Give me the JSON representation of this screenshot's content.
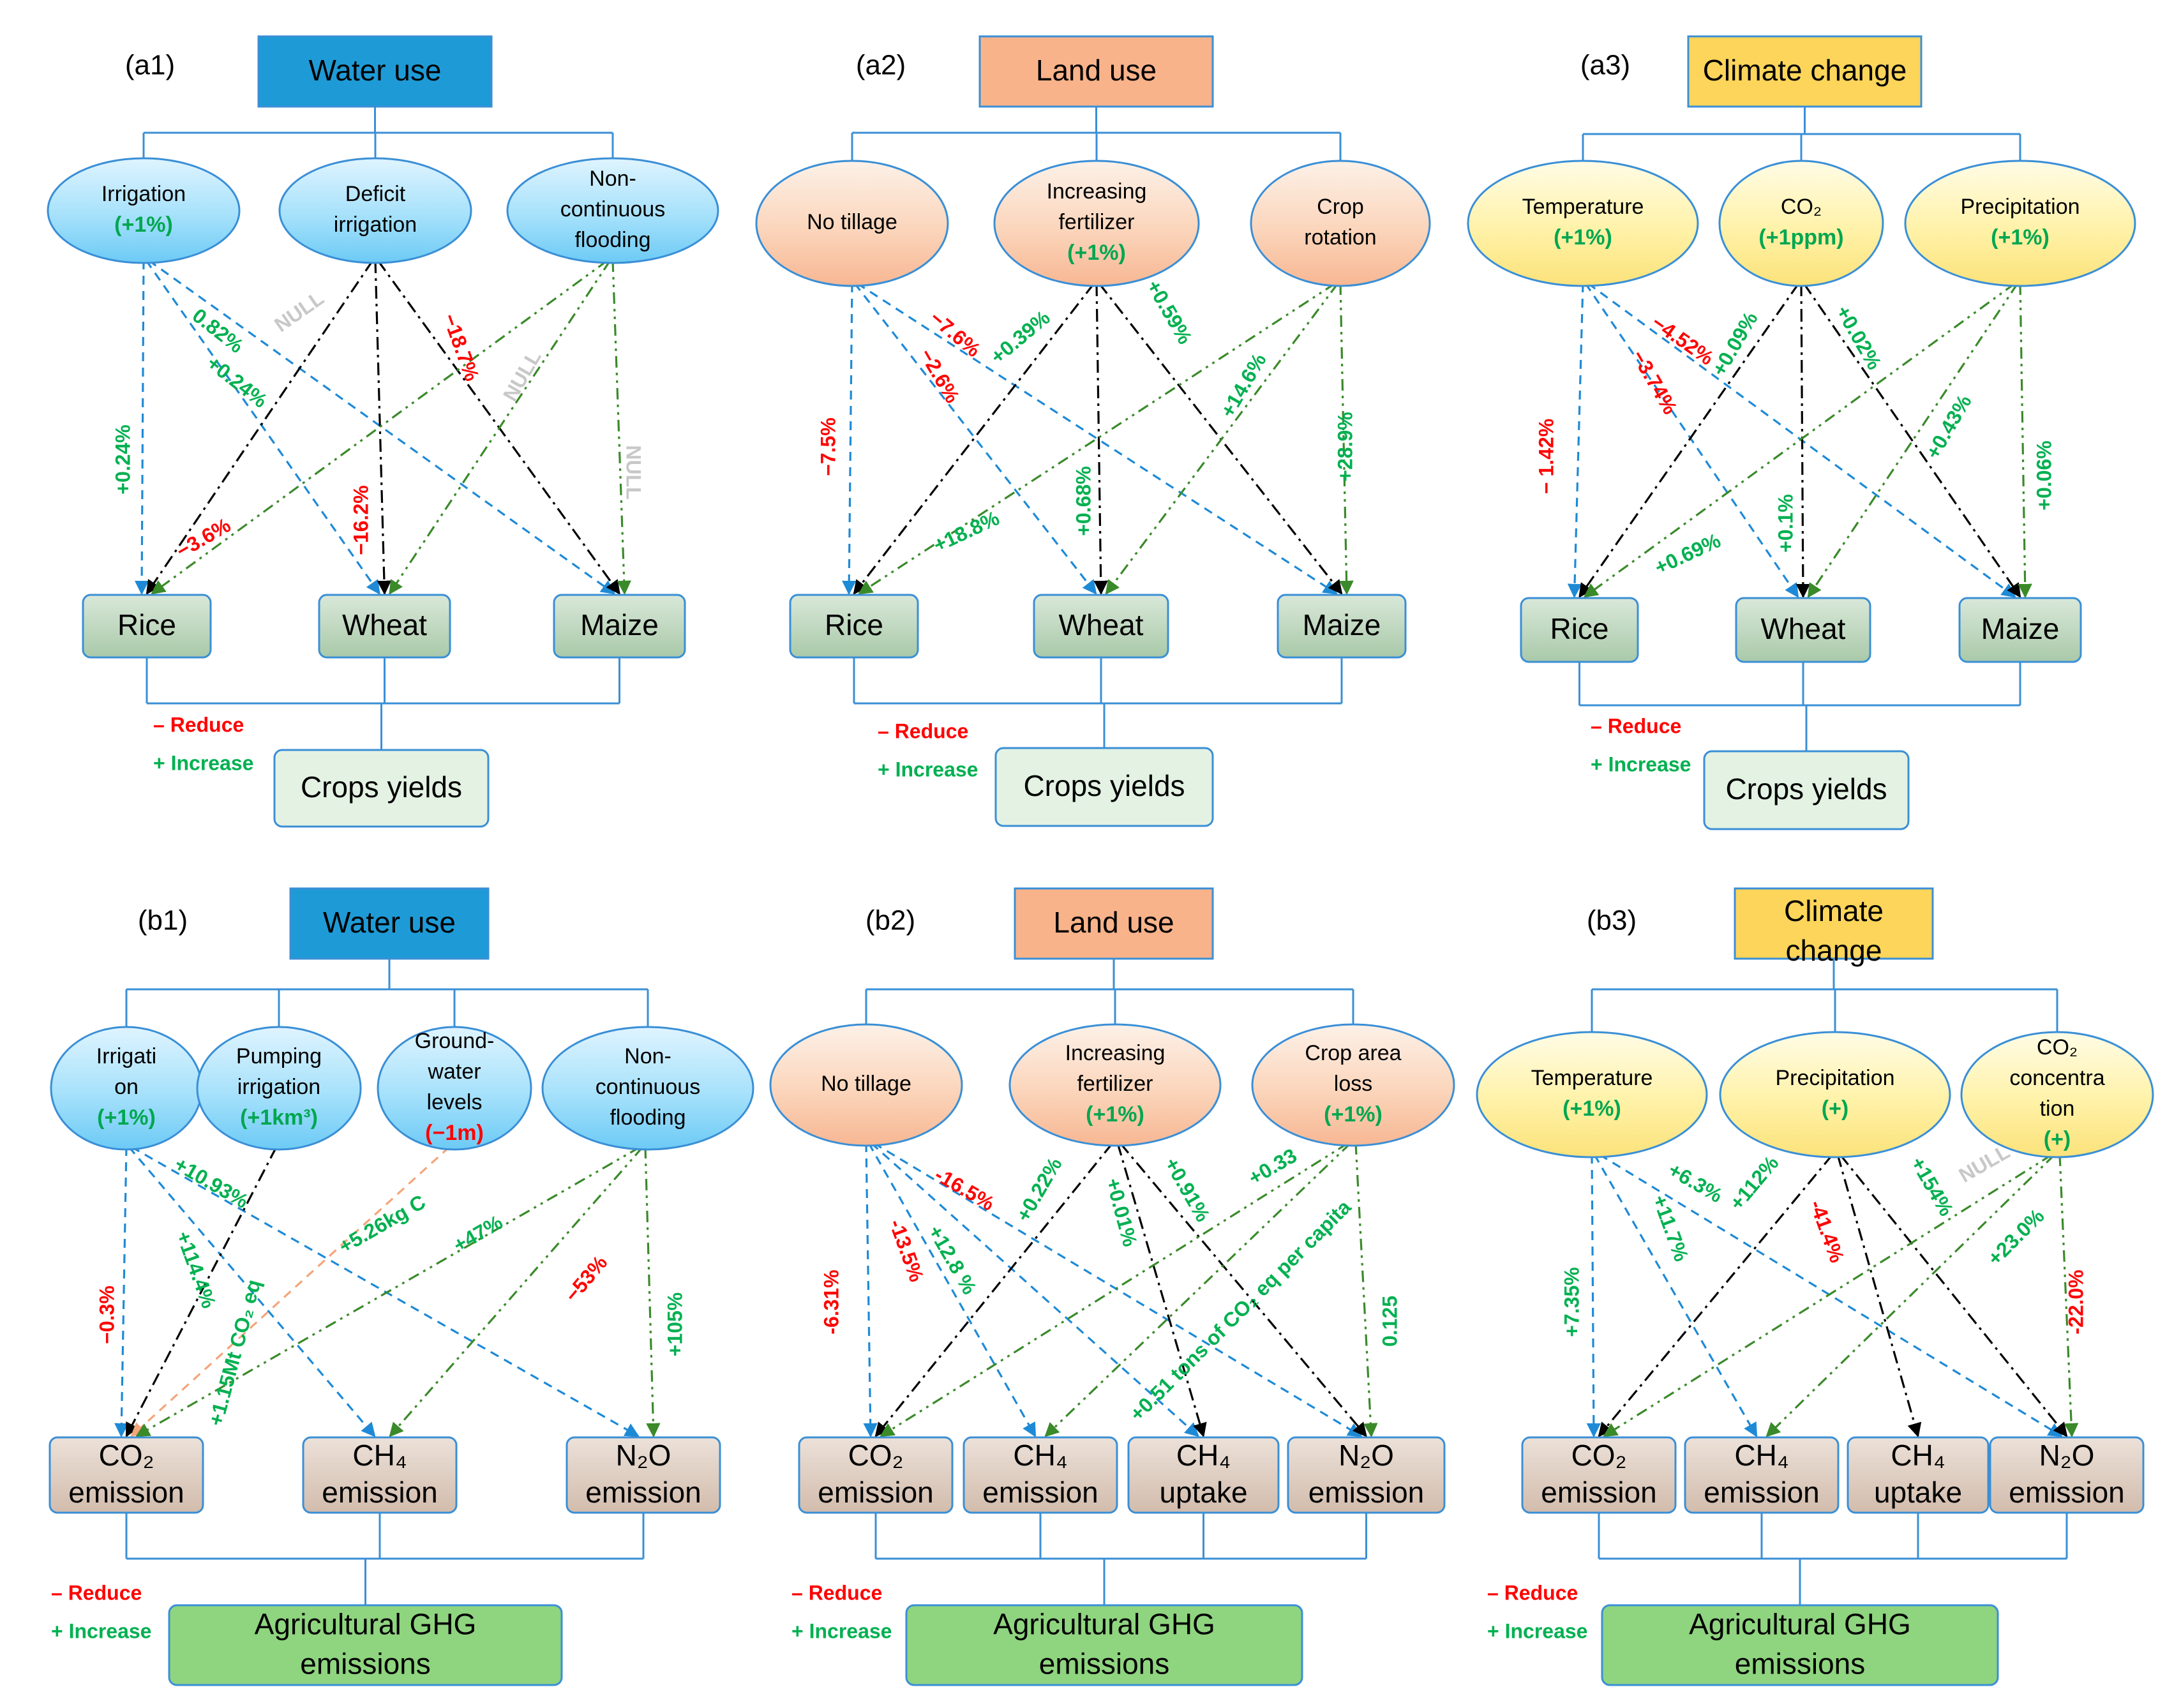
{
  "colors": {
    "frame": "#3a8fd6",
    "water_header": "#1e9bd7",
    "land_header": "#f9b38a",
    "climate_header": "#fcd55a",
    "crop_box": "#b8d4b8",
    "ghg_box": "#d8c3b5",
    "yield_box": "#e3f2e3",
    "ghg_total": "#8fd47f",
    "arrow_blue": "#1e8ad6",
    "arrow_black": "#000000",
    "arrow_green": "#3a8a2a",
    "arrow_orange": "#f4a57a",
    "increase": "#00b050",
    "reduce": "#ff0000"
  },
  "legend": {
    "reduce": "– Reduce",
    "increase": "+ Increase"
  },
  "panels": [
    {
      "id": "a1",
      "label": "(a1)",
      "header": "Water use",
      "theme": "water",
      "drivers": [
        {
          "lines": [
            "Irrigation"
          ],
          "value": "(+1%)",
          "value_color": "green"
        },
        {
          "lines": [
            "Deficit",
            "irrigation"
          ],
          "value": "",
          "value_color": "green"
        },
        {
          "lines": [
            "Non-",
            "continuous",
            "flooding"
          ],
          "value": "",
          "value_color": "green"
        }
      ],
      "targets": [
        {
          "lines": [
            "Rice"
          ]
        },
        {
          "lines": [
            "Wheat"
          ]
        },
        {
          "lines": [
            "Maize"
          ]
        }
      ],
      "result": [
        "Crops yields"
      ],
      "arrows": [
        {
          "label": "+0.24%",
          "sign": "g"
        },
        {
          "label": "+0.24%",
          "sign": "g"
        },
        {
          "label": "0.82%",
          "sign": "g"
        },
        {
          "label": "−3.6%",
          "sign": "r"
        },
        {
          "label": "−16.2%",
          "sign": "r"
        },
        {
          "label": "−18.7%",
          "sign": "r"
        },
        {
          "label": "NULL",
          "sign": "n"
        },
        {
          "label": "NULL",
          "sign": "n"
        },
        {
          "label": "NULL",
          "sign": "n"
        }
      ]
    },
    {
      "id": "a2",
      "label": "(a2)",
      "header": "Land use",
      "theme": "land",
      "drivers": [
        {
          "lines": [
            "No tillage"
          ],
          "value": "",
          "value_color": "green"
        },
        {
          "lines": [
            "Increasing",
            "fertilizer"
          ],
          "value": "(+1%)",
          "value_color": "green"
        },
        {
          "lines": [
            "Crop",
            "rotation"
          ],
          "value": "",
          "value_color": "green"
        }
      ],
      "targets": [
        {
          "lines": [
            "Rice"
          ]
        },
        {
          "lines": [
            "Wheat"
          ]
        },
        {
          "lines": [
            "Maize"
          ]
        }
      ],
      "result": [
        "Crops yields"
      ],
      "arrows": [
        {
          "label": "−7.5%",
          "sign": "r"
        },
        {
          "label": "−2.6%",
          "sign": "r"
        },
        {
          "label": "−7.6%",
          "sign": "r"
        },
        {
          "label": "+0.39%",
          "sign": "g"
        },
        {
          "label": "+0.68%",
          "sign": "g"
        },
        {
          "label": "+0.59%",
          "sign": "g"
        },
        {
          "label": "+18.8%",
          "sign": "g"
        },
        {
          "label": "+14.6%",
          "sign": "g"
        },
        {
          "label": "+28.9%",
          "sign": "g"
        }
      ]
    },
    {
      "id": "a3",
      "label": "(a3)",
      "header": "Climate change",
      "theme": "climate",
      "drivers": [
        {
          "lines": [
            "Temperature"
          ],
          "value": "(+1%)",
          "value_color": "green"
        },
        {
          "lines": [
            "CO₂"
          ],
          "value": "(+1ppm)",
          "value_color": "green"
        },
        {
          "lines": [
            "Precipitation"
          ],
          "value": "(+1%)",
          "value_color": "green"
        }
      ],
      "targets": [
        {
          "lines": [
            "Rice"
          ]
        },
        {
          "lines": [
            "Wheat"
          ]
        },
        {
          "lines": [
            "Maize"
          ]
        }
      ],
      "result": [
        "Crops yields"
      ],
      "arrows": [
        {
          "label": "− 1.42%",
          "sign": "r"
        },
        {
          "label": "−3.74%",
          "sign": "r"
        },
        {
          "label": "−4.52%",
          "sign": "r"
        },
        {
          "label": "+0.09%",
          "sign": "g"
        },
        {
          "label": "+0.1%",
          "sign": "g"
        },
        {
          "label": "+0.02%",
          "sign": "g"
        },
        {
          "label": "+0.69%",
          "sign": "g"
        },
        {
          "label": "+0.43%",
          "sign": "g"
        },
        {
          "label": "+0.06%",
          "sign": "g"
        }
      ]
    },
    {
      "id": "b1",
      "label": "(b1)",
      "header": "Water use",
      "theme": "water",
      "drivers": [
        {
          "lines": [
            "Irrigati",
            "on"
          ],
          "value": "(+1%)",
          "value_color": "green"
        },
        {
          "lines": [
            "Pumping",
            "irrigation"
          ],
          "value": "(+1km³)",
          "value_color": "green"
        },
        {
          "lines": [
            "Ground-",
            "water",
            "levels"
          ],
          "value": "(−1m)",
          "value_color": "red"
        },
        {
          "lines": [
            "Non-",
            "continuous",
            "flooding"
          ],
          "value": "",
          "value_color": "green"
        }
      ],
      "targets": [
        {
          "lines": [
            "CO₂",
            "emission"
          ]
        },
        {
          "lines": [
            "CH₄",
            "emission"
          ]
        },
        {
          "lines": [
            "N₂O",
            "emission"
          ]
        }
      ],
      "result": [
        "Agricultural GHG",
        "emissions"
      ],
      "arrows": [
        {
          "label": "−0.3%",
          "sign": "r"
        },
        {
          "label": "+114.4%",
          "sign": "g"
        },
        {
          "label": "+10.93%",
          "sign": "g"
        },
        {
          "label": "+1.15Mt CO₂ eq",
          "sign": "g"
        },
        {
          "label": "+5.26kg C",
          "sign": "g"
        },
        {
          "label": "+47%",
          "sign": "g"
        },
        {
          "label": "−53%",
          "sign": "r"
        },
        {
          "label": "+105%",
          "sign": "g"
        }
      ]
    },
    {
      "id": "b2",
      "label": "(b2)",
      "header": "Land use",
      "theme": "land",
      "drivers": [
        {
          "lines": [
            "No tillage"
          ],
          "value": "",
          "value_color": "green"
        },
        {
          "lines": [
            "Increasing",
            "fertilizer"
          ],
          "value": "(+1%)",
          "value_color": "green"
        },
        {
          "lines": [
            "Crop area",
            "loss"
          ],
          "value": "(+1%)",
          "value_color": "green"
        }
      ],
      "targets": [
        {
          "lines": [
            "CO₂",
            "emission"
          ]
        },
        {
          "lines": [
            "CH₄",
            "emission"
          ]
        },
        {
          "lines": [
            "CH₄",
            "uptake"
          ]
        },
        {
          "lines": [
            "N₂O",
            "emission"
          ]
        }
      ],
      "result": [
        "Agricultural GHG",
        "emissions"
      ],
      "arrows": [
        {
          "label": "-6.31%",
          "sign": "r"
        },
        {
          "label": "-13.5%",
          "sign": "r"
        },
        {
          "label": "+12.8 %",
          "sign": "g"
        },
        {
          "label": "-16.5%",
          "sign": "r"
        },
        {
          "label": "+0.22%",
          "sign": "g"
        },
        {
          "label": "+0.01%",
          "sign": "g"
        },
        {
          "label": "+0.91%",
          "sign": "g"
        },
        {
          "label": "+0.33",
          "sign": "g"
        },
        {
          "label": "+0.51 tons of CO₂ eq per capita",
          "sign": "g"
        },
        {
          "label": "0.125",
          "sign": "g"
        }
      ]
    },
    {
      "id": "b3",
      "label": "(b3)",
      "header": "Climate change",
      "theme": "climate",
      "drivers": [
        {
          "lines": [
            "Temperature"
          ],
          "value": "(+1%)",
          "value_color": "green"
        },
        {
          "lines": [
            "Precipitation"
          ],
          "value": "(+)",
          "value_color": "green"
        },
        {
          "lines": [
            "CO₂",
            "concentra",
            "tion"
          ],
          "value": "(+)",
          "value_color": "green"
        }
      ],
      "targets": [
        {
          "lines": [
            "CO₂",
            "emission"
          ]
        },
        {
          "lines": [
            "CH₄",
            "emission"
          ]
        },
        {
          "lines": [
            "CH₄",
            "uptake"
          ]
        },
        {
          "lines": [
            "N₂O",
            "emission"
          ]
        }
      ],
      "result": [
        "Agricultural GHG",
        "emissions"
      ],
      "arrows": [
        {
          "label": "+7.35%",
          "sign": "g"
        },
        {
          "label": "+11.7%",
          "sign": "g"
        },
        {
          "label": "+6.3%",
          "sign": "g"
        },
        {
          "label": "+112%",
          "sign": "g"
        },
        {
          "label": "-41.4%",
          "sign": "r"
        },
        {
          "label": "+154%",
          "sign": "g"
        },
        {
          "label": "NULL",
          "sign": "n"
        },
        {
          "label": "+23.0%",
          "sign": "g"
        },
        {
          "label": "-22.0%",
          "sign": "r"
        }
      ]
    }
  ]
}
